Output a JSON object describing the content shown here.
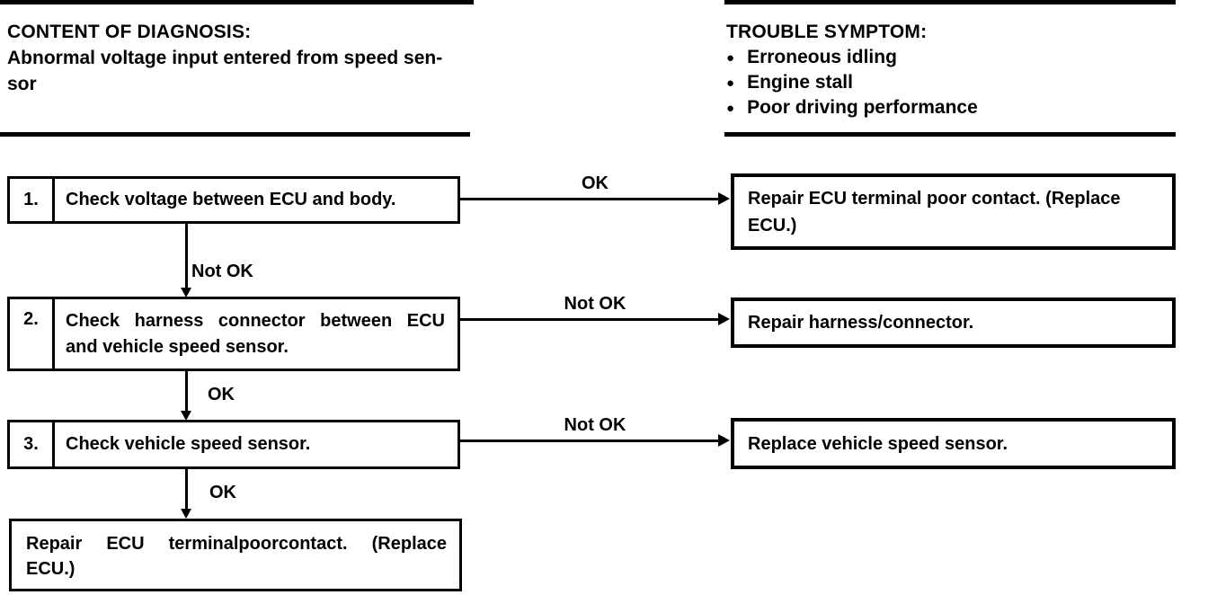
{
  "page": {
    "background": "#ffffff",
    "ink": "#000000"
  },
  "diagnosis": {
    "heading": "CONTENT OF DIAGNOSIS:",
    "description_lines": [
      "Abnormal voltage input entered from speed sen-",
      "sor"
    ]
  },
  "symptoms": {
    "heading": "TROUBLE SYMPTOM:",
    "bullet": "●",
    "items": [
      "Erroneous idling",
      "Engine stall",
      "Poor driving performance"
    ]
  },
  "flow": {
    "steps": [
      {
        "number": "1.",
        "lines": [
          "Check voltage between ECU and body."
        ],
        "side_label": "OK",
        "result_lines": [
          "Repair ECU terminal poor contact. (Replace",
          "ECU.)"
        ],
        "down_label": "Not OK"
      },
      {
        "number": "2.",
        "lines": [
          "Check harness connector between ECU",
          "and vehicle speed sensor."
        ],
        "side_label": "Not OK",
        "result_lines": [
          "Repair harness/connector."
        ],
        "down_label": "OK"
      },
      {
        "number": "3.",
        "lines": [
          "Check vehicle speed sensor."
        ],
        "side_label": "Not OK",
        "result_lines": [
          "Replace vehicle speed sensor."
        ],
        "down_label": "OK"
      }
    ],
    "final_lines": [
      "Repair ECU terminalpoorcontact. (Replace",
      "ECU.)"
    ]
  }
}
